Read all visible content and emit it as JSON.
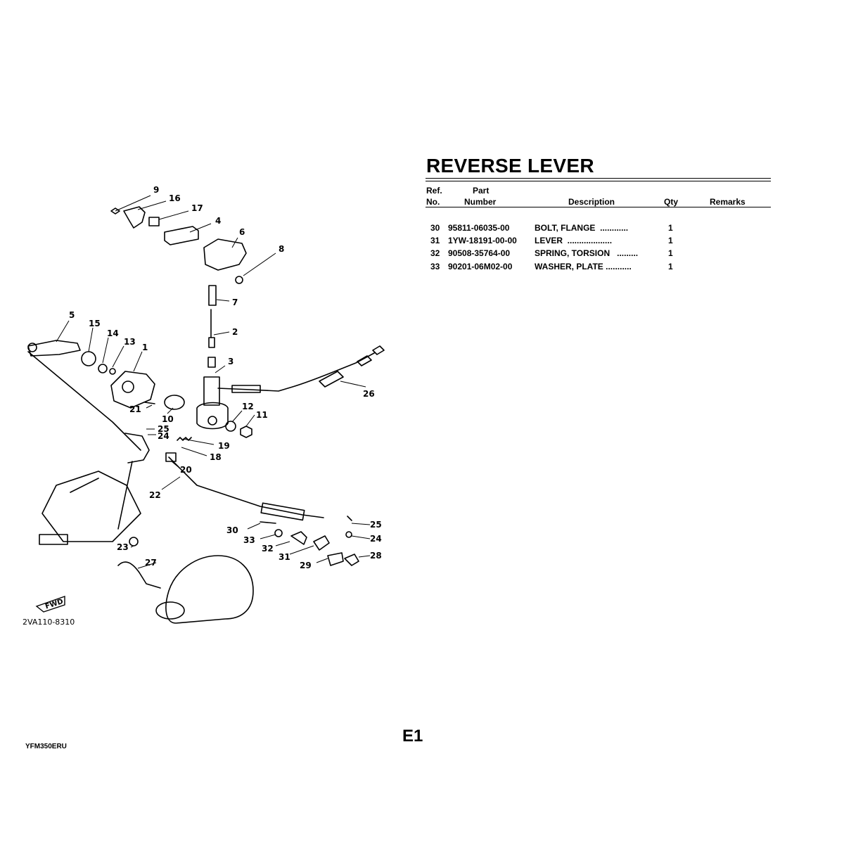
{
  "title": "REVERSE LEVER",
  "table": {
    "headers": {
      "ref_top": "Ref.",
      "ref_bottom": "No.",
      "part_top": "Part",
      "part_bottom": "Number",
      "description": "Description",
      "qty": "Qty",
      "remarks": "Remarks"
    },
    "rows": [
      {
        "ref": "30",
        "part": "95811-06035-00",
        "desc": "BOLT, FLANGE  ............",
        "qty": "1",
        "remarks": ""
      },
      {
        "ref": "31",
        "part": "1YW-18191-00-00",
        "desc": "LEVER  ...................",
        "qty": "1",
        "remarks": ""
      },
      {
        "ref": "32",
        "part": "90508-35764-00",
        "desc": "SPRING, TORSION   .........",
        "qty": "1",
        "remarks": ""
      },
      {
        "ref": "33",
        "part": "90201-06M02-00",
        "desc": "WASHER, PLATE ...........",
        "qty": "1",
        "remarks": ""
      }
    ]
  },
  "diagram": {
    "drawing_code": "2VA110-8310",
    "fwd_label": "FWD",
    "callouts": [
      "1",
      "2",
      "3",
      "4",
      "5",
      "6",
      "7",
      "8",
      "9",
      "10",
      "11",
      "12",
      "13",
      "14",
      "15",
      "16",
      "17",
      "18",
      "19",
      "20",
      "21",
      "22",
      "23",
      "24",
      "25",
      "26",
      "27",
      "28",
      "29",
      "30",
      "31",
      "32",
      "33",
      "24",
      "25"
    ]
  },
  "footer": {
    "model_code": "YFM350ERU",
    "page": "E1"
  }
}
